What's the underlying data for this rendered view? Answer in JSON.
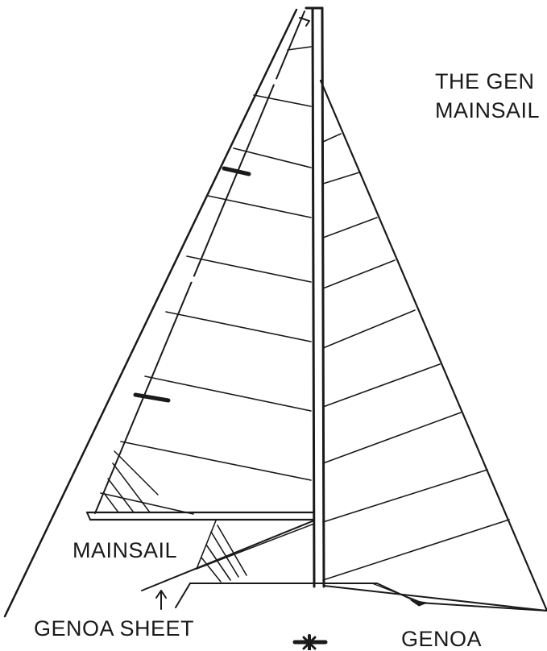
{
  "caption": {
    "line1": "THE GEN",
    "line2": "MAINSAIL"
  },
  "labels": {
    "mainsail": "MAINSAIL",
    "genoa_sheet": "GENOA SHEET",
    "genoa": "GENOA"
  },
  "colors": {
    "ink": "#1a1a1a",
    "paper": "#ffffff"
  }
}
